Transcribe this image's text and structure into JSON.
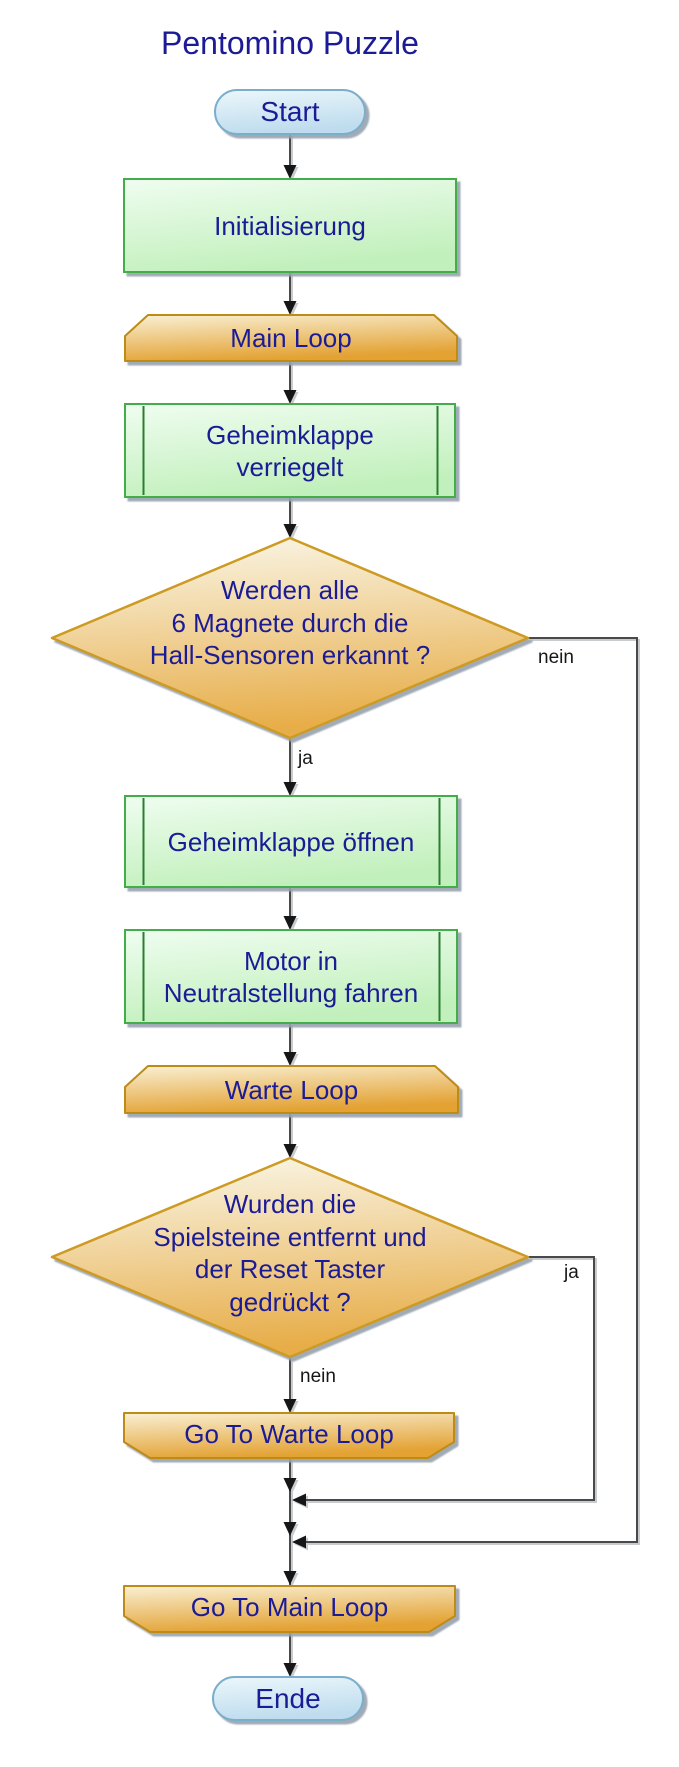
{
  "title": "Pentomino Puzzle",
  "nodes": {
    "start": {
      "type": "terminator",
      "label": "Start"
    },
    "init": {
      "type": "process",
      "label": "Initialisierung"
    },
    "main_loop": {
      "type": "loop-begin",
      "label": "Main Loop"
    },
    "lock": {
      "type": "predefined-process",
      "lines": [
        "Geheimklappe",
        "verriegelt"
      ]
    },
    "decision_magnets": {
      "type": "decision",
      "lines": [
        "Werden alle",
        "6 Magnete durch die",
        "Hall-Sensoren erkannt ?"
      ]
    },
    "open": {
      "type": "predefined-process",
      "label": "Geheimklappe öffnen"
    },
    "motor": {
      "type": "predefined-process",
      "lines": [
        "Motor in",
        "Neutralstellung fahren"
      ]
    },
    "warte_loop": {
      "type": "loop-begin",
      "label": "Warte Loop"
    },
    "decision_reset": {
      "type": "decision",
      "lines": [
        "Wurden die",
        "Spielsteine entfernt und",
        "der Reset Taster",
        "gedrückt ?"
      ]
    },
    "goto_warte": {
      "type": "loop-end",
      "label": "Go To Warte Loop"
    },
    "goto_main": {
      "type": "loop-end",
      "label": "Go To Main Loop"
    },
    "ende": {
      "type": "terminator",
      "label": "Ende"
    }
  },
  "edges": {
    "d1_yes": "ja",
    "d1_no": "nein",
    "d2_yes": "ja",
    "d2_no": "nein"
  },
  "colors": {
    "navy": "#1b1b96",
    "line": "#4a4a4a",
    "arrow": "#151515",
    "label-dark": "#161616",
    "green-border": "#43ad49",
    "green-bar": "#2c7d33",
    "green-light": "#effdf0",
    "green-dark": "#c2f0bc",
    "orange-border": "#bd8c15",
    "orange-light": "#f9f0d5",
    "orange-dark": "#e3a233",
    "diamond-border": "#cd9a22",
    "diamond-light": "#f8f0da",
    "diamond-dark": "#e7ad48",
    "blue-border": "#7aaecb",
    "blue-light": "#ecf7fb",
    "blue-dark": "#bedcee",
    "bg": "#ffffff"
  }
}
